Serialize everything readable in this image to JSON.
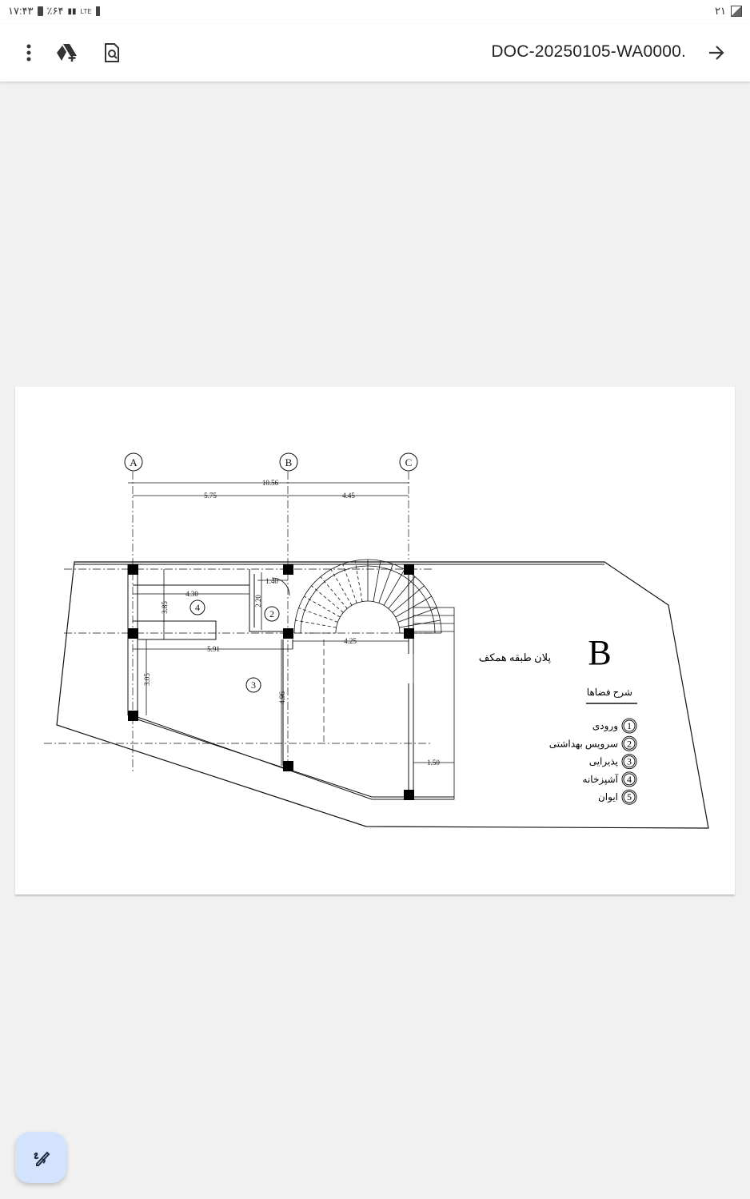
{
  "status_bar": {
    "time": "۱۷:۴۳",
    "battery": "٪۶۴",
    "network": "LTE",
    "notification_count": "۲۱"
  },
  "toolbar": {
    "document_title": "DOC-20250105-WA0000.",
    "icons": [
      "more-vert-icon",
      "drive-add-icon",
      "find-in-page-icon",
      "arrow-forward-icon"
    ]
  },
  "drawing": {
    "grid_labels": [
      "A",
      "B",
      "C"
    ],
    "dimensions": {
      "total": "10.56",
      "ab": "5.75",
      "bc": "4.45",
      "kitchen_width": "4.30",
      "kitchen_depth": "3.85",
      "wc_width": "1.40",
      "wc_depth": "2.20",
      "stair_width": "4.25",
      "hall_width": "5.91",
      "left_depth": "3.05",
      "mid_depth": "4.96",
      "porch": "1.50"
    },
    "room_numbers": {
      "wc": "2",
      "kitchen": "4",
      "reception": "3"
    },
    "plan_letter": "B",
    "plan_title": "پلان طبقه همکف",
    "legend_title": "شرح فضاها",
    "legend": [
      {
        "num": "1",
        "label": "ورودی"
      },
      {
        "num": "2",
        "label": "سرویس بهداشتی"
      },
      {
        "num": "3",
        "label": "پذیرایی"
      },
      {
        "num": "4",
        "label": "آشپزخانه"
      },
      {
        "num": "5",
        "label": "ایوان"
      }
    ]
  },
  "fab": {
    "icon": "edit-annotate-icon"
  }
}
